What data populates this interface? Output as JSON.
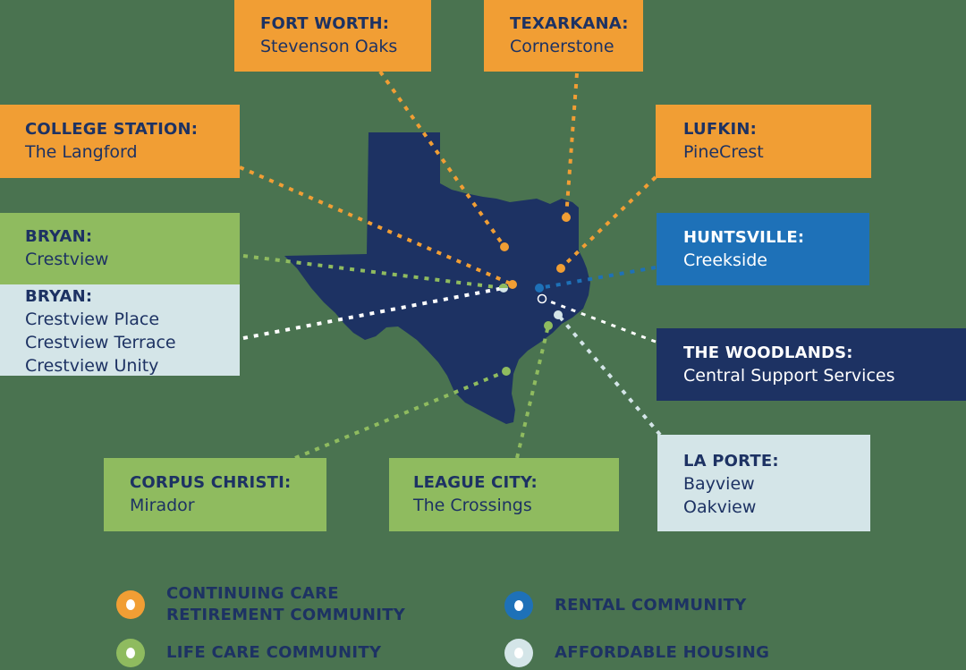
{
  "colors": {
    "background": "#4a7350",
    "texas": "#1d3263",
    "continuing_care": "#f19e34",
    "life_care": "#8fbb5f",
    "rental": "#1e71b8",
    "affordable": "#d4e5e8",
    "central": "#1d3263",
    "text_dark": "#1d3263"
  },
  "locations": [
    {
      "id": "fort-worth",
      "city": "FORT WORTH:",
      "names": [
        "Stevenson Oaks"
      ],
      "type": "continuing_care"
    },
    {
      "id": "texarkana",
      "city": "TEXARKANA:",
      "names": [
        "Cornerstone"
      ],
      "type": "continuing_care"
    },
    {
      "id": "college-station",
      "city": "COLLEGE STATION:",
      "names": [
        "The Langford"
      ],
      "type": "continuing_care"
    },
    {
      "id": "lufkin",
      "city": "LUFKIN:",
      "names": [
        "PineCrest"
      ],
      "type": "continuing_care"
    },
    {
      "id": "bryan-life-care",
      "city": "BRYAN:",
      "names": [
        "Crestview"
      ],
      "type": "life_care"
    },
    {
      "id": "huntsville",
      "city": "HUNTSVILLE:",
      "names": [
        "Creekside"
      ],
      "type": "rental"
    },
    {
      "id": "bryan-affordable",
      "city": "BRYAN:",
      "names": [
        "Crestview Place",
        "Crestview Terrace",
        "Crestview Unity"
      ],
      "type": "affordable"
    },
    {
      "id": "the-woodlands",
      "city": "THE WOODLANDS:",
      "names": [
        "Central Support Services"
      ],
      "type": "central"
    },
    {
      "id": "corpus-christi",
      "city": "CORPUS CHRISTI:",
      "names": [
        "Mirador"
      ],
      "type": "life_care"
    },
    {
      "id": "league-city",
      "city": "LEAGUE CITY:",
      "names": [
        "The Crossings"
      ],
      "type": "life_care"
    },
    {
      "id": "la-porte",
      "city": "LA PORTE:",
      "names": [
        "Bayview",
        "Oakview"
      ],
      "type": "affordable"
    }
  ],
  "legend": [
    {
      "label_lines": [
        "CONTINUING CARE",
        "RETIREMENT COMMUNITY"
      ],
      "color": "#f19e34",
      "icon": "orange-dot-icon"
    },
    {
      "label_lines": [
        "RENTAL COMMUNITY"
      ],
      "color": "#1e71b8",
      "icon": "blue-dot-icon"
    },
    {
      "label_lines": [
        "LIFE CARE COMMUNITY"
      ],
      "color": "#8fbb5f",
      "icon": "green-dot-icon"
    },
    {
      "label_lines": [
        "AFFORDABLE HOUSING"
      ],
      "color": "#d4e5e8",
      "icon": "pale-dot-icon"
    }
  ]
}
